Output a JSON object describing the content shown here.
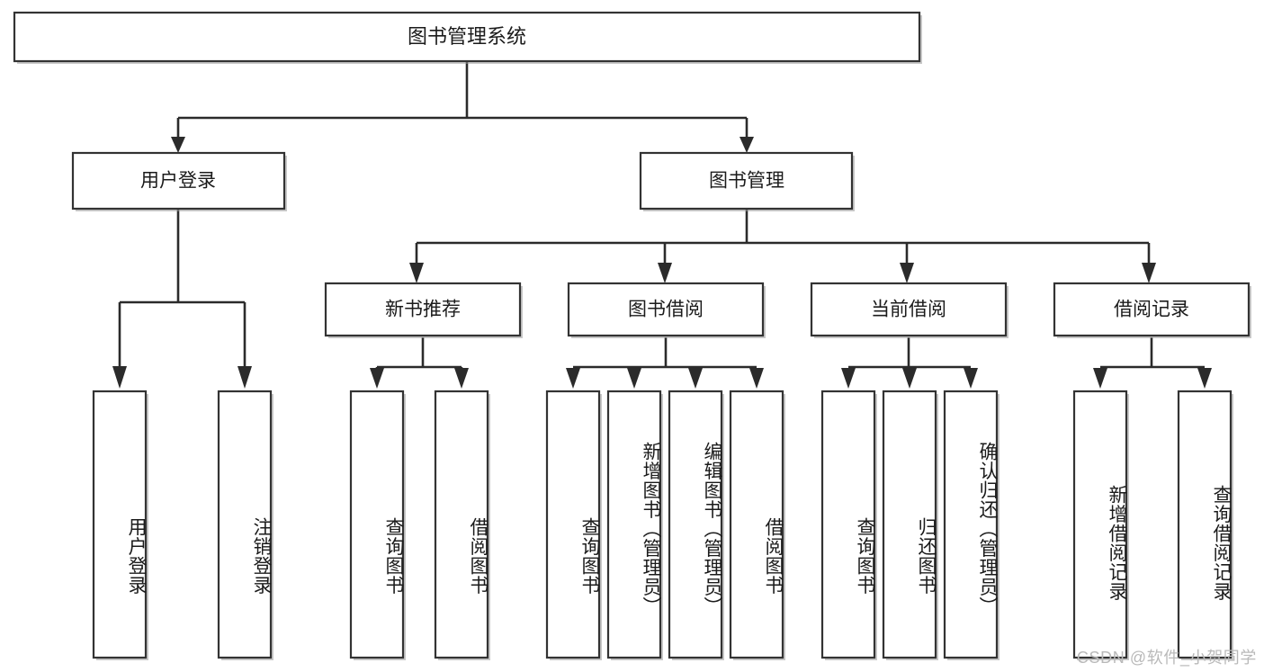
{
  "diagram": {
    "title": "图书管理系统",
    "type": "hierarchy-tree",
    "orientation": "top-down",
    "watermark": "CSDN @软件_小贺同学",
    "colors": {
      "background": "#ffffff",
      "box_fill": "#ffffff",
      "box_stroke": "#333333",
      "connector": "#2b2b2b",
      "text": "#1b1b1b",
      "watermark": "#b9b9b9"
    }
  },
  "chart_data": {
    "type": "tree",
    "title": "图书管理系统",
    "root": {
      "label": "图书管理系统",
      "level": 1,
      "children": [
        {
          "label": "用户登录",
          "level": 2,
          "children": [
            {
              "label": "用户登录",
              "level": 3
            },
            {
              "label": "注销登录",
              "level": 3
            }
          ]
        },
        {
          "label": "图书管理",
          "level": 2,
          "children": [
            {
              "label": "新书推荐",
              "level": 3,
              "children": [
                {
                  "label": "查询图书",
                  "level": 4
                },
                {
                  "label": "借阅图书",
                  "level": 4
                }
              ]
            },
            {
              "label": "图书借阅",
              "level": 3,
              "children": [
                {
                  "label": "查询图书",
                  "level": 4
                },
                {
                  "label": "新增图书（管理员）",
                  "level": 4
                },
                {
                  "label": "编辑图书（管理员）",
                  "level": 4
                },
                {
                  "label": "借阅图书",
                  "level": 4
                }
              ]
            },
            {
              "label": "当前借阅",
              "level": 3,
              "children": [
                {
                  "label": "查询图书",
                  "level": 4
                },
                {
                  "label": "归还图书",
                  "level": 4
                },
                {
                  "label": "确认归还（管理员）",
                  "level": 4
                }
              ]
            },
            {
              "label": "借阅记录",
              "level": 3,
              "children": [
                {
                  "label": "新增借阅记录",
                  "level": 4
                },
                {
                  "label": "查询借阅记录",
                  "level": 4
                }
              ]
            }
          ]
        }
      ]
    }
  },
  "nodes": {
    "root": {
      "label": "图书管理系统"
    },
    "l2": {
      "user_login": {
        "label": "用户登录"
      },
      "book_manage": {
        "label": "图书管理"
      }
    },
    "l3": {
      "new_book_rec": {
        "label": "新书推荐"
      },
      "book_borrow": {
        "label": "图书借阅"
      },
      "current_borrow": {
        "label": "当前借阅"
      },
      "borrow_record": {
        "label": "借阅记录"
      }
    },
    "leaves": {
      "user_login_1": {
        "label": "用户登录"
      },
      "user_login_2": {
        "label": "注销登录"
      },
      "rec_1": {
        "label": "查询图书"
      },
      "rec_2": {
        "label": "借阅图书"
      },
      "borrow_1": {
        "label": "查询图书"
      },
      "borrow_2": {
        "label": "新增图书（管理员）"
      },
      "borrow_3": {
        "label": "编辑图书（管理员）"
      },
      "borrow_4": {
        "label": "借阅图书"
      },
      "cur_1": {
        "label": "查询图书"
      },
      "cur_2": {
        "label": "归还图书"
      },
      "cur_3": {
        "label": "确认归还（管理员）"
      },
      "record_1": {
        "label": "新增借阅记录"
      },
      "record_2": {
        "label": "查询借阅记录"
      }
    }
  }
}
